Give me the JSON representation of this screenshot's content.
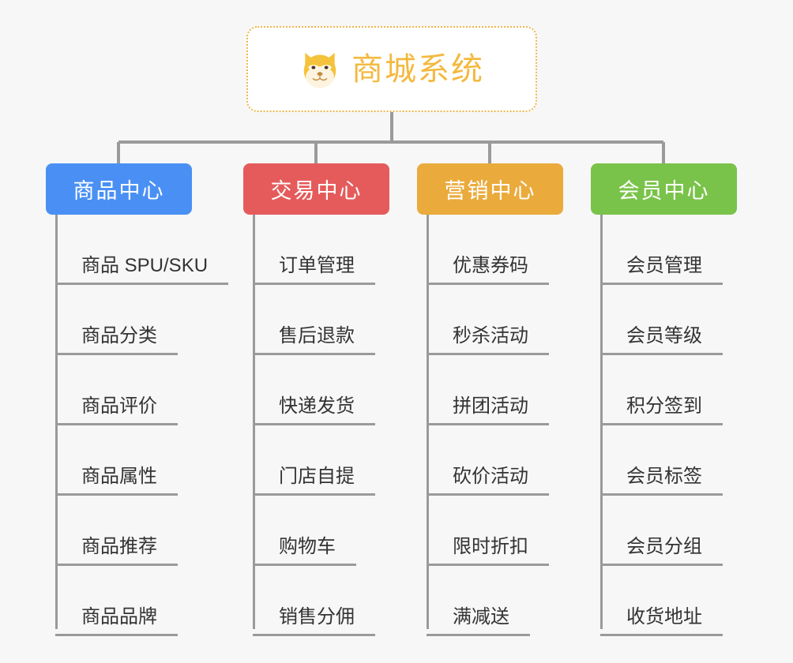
{
  "canvas": {
    "background": "#f7f7f7",
    "connector_color": "#9a9a9a"
  },
  "root": {
    "title": "商城系统",
    "icon": "shiba-dog-face-icon",
    "title_color": "#f3b93f",
    "border_color": "#f0b64a",
    "background": "#ffffff"
  },
  "branches": [
    {
      "label": "商品中心",
      "color": "#4a90f4",
      "items": [
        "商品 SPU/SKU",
        "商品分类",
        "商品评价",
        "商品属性",
        "商品推荐",
        "商品品牌"
      ]
    },
    {
      "label": "交易中心",
      "color": "#e55b5b",
      "items": [
        "订单管理",
        "售后退款",
        "快递发货",
        "门店自提",
        "购物车",
        "销售分佣"
      ]
    },
    {
      "label": "营销中心",
      "color": "#eaab3c",
      "items": [
        "优惠券码",
        "秒杀活动",
        "拼团活动",
        "砍价活动",
        "限时折扣",
        "满减送"
      ]
    },
    {
      "label": "会员中心",
      "color": "#7ac34a",
      "items": [
        "会员管理",
        "会员等级",
        "积分签到",
        "会员标签",
        "会员分组",
        "收货地址"
      ]
    }
  ]
}
